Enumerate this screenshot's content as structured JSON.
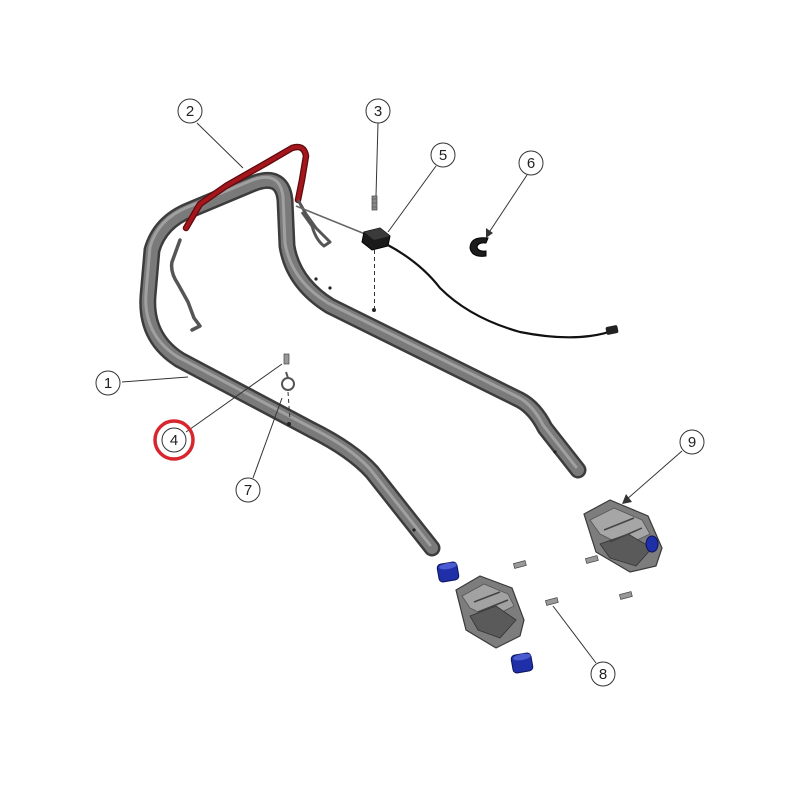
{
  "diagram": {
    "callouts": [
      {
        "id": "1",
        "label": "1"
      },
      {
        "id": "2",
        "label": "2"
      },
      {
        "id": "3",
        "label": "3"
      },
      {
        "id": "4",
        "label": "4",
        "highlighted": true
      },
      {
        "id": "5",
        "label": "5"
      },
      {
        "id": "6",
        "label": "6"
      },
      {
        "id": "7",
        "label": "7"
      },
      {
        "id": "8",
        "label": "8"
      },
      {
        "id": "9",
        "label": "9"
      }
    ],
    "colors": {
      "tube": "#6e6e6e",
      "tube_dark": "#4a4a4a",
      "cable_red": "#a3161c",
      "wire": "#111111",
      "bushing_blue": "#1f2fa8",
      "highlight_ring": "#d8262f"
    }
  }
}
